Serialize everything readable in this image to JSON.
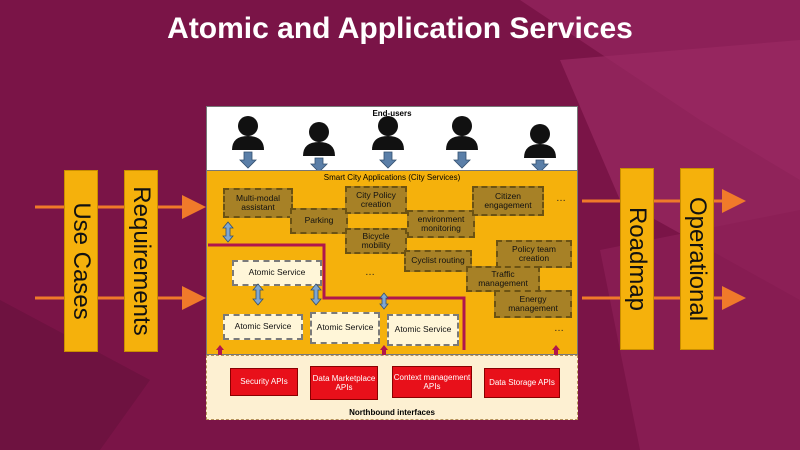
{
  "title": "Atomic and Application Services",
  "side_bars": {
    "use_cases": "Use Cases",
    "requirements": "Requirements",
    "roadmap": "Roadmap",
    "operational": "Operational"
  },
  "end_users": {
    "label": "End-users",
    "count": 5
  },
  "smart_city": {
    "label": "Smart City Applications (City Services)",
    "apps": {
      "multimodal": "Multi-modal assistant",
      "parking": "Parking",
      "city_policy": "City Policy creation",
      "bicycle": "Bicycle mobility",
      "environment": "environment monitoring",
      "citizen": "Citizen engagement",
      "cyclist": "Cyclist routing",
      "policy_team": "Policy team creation",
      "traffic": "Traffic management",
      "energy": "Energy management"
    },
    "ellipsis_top": "…",
    "ellipsis_mid": "…",
    "ellipsis_bottom": "…",
    "atomic_services": [
      "Atomic Service",
      "Atomic Service",
      "Atomic Service",
      "Atomic Service"
    ]
  },
  "northbound": {
    "label": "Northbound interfaces",
    "apis": [
      "Security APIs",
      "Data Marketplace APIs",
      "Context management APIs",
      "Data Storage APIs"
    ]
  },
  "colors": {
    "background": "#7a1447",
    "bar": "#f5b10c",
    "app_box": "#a78126",
    "api_box": "#e8101a",
    "arrow_orange": "#f07a2a",
    "arrow_blue": "#5b7fa8"
  }
}
